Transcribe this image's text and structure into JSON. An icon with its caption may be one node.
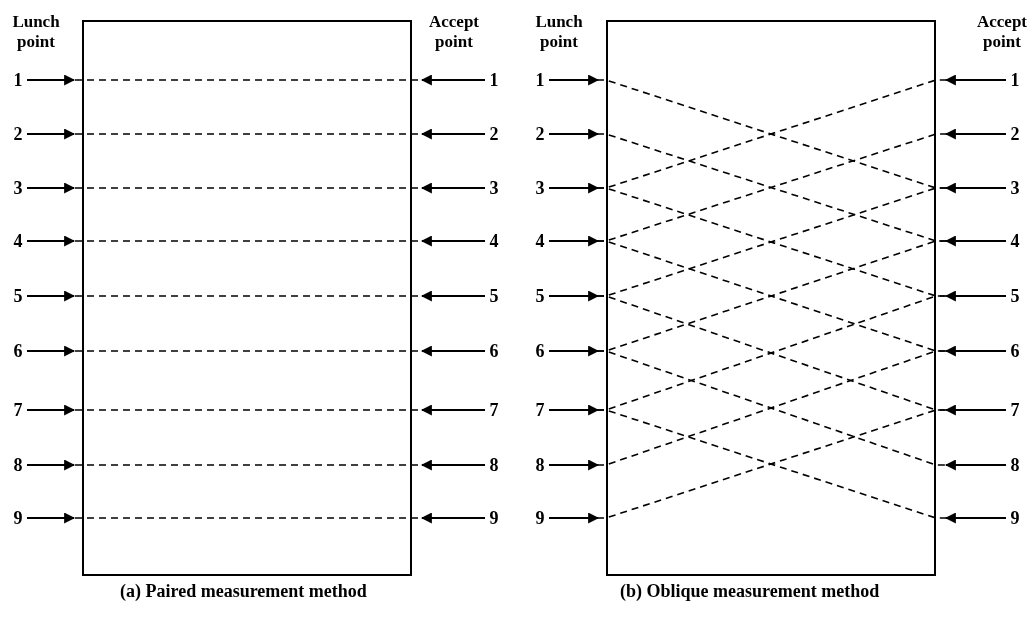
{
  "diagram": {
    "nodes": [
      {
        "text": [
          "1"
        ]
      },
      {
        "text": [
          "2"
        ]
      },
      {
        "text": [
          "3"
        ]
      },
      {
        "text": [
          "4"
        ]
      },
      {
        "text": [
          "5"
        ]
      },
      {
        "text": [
          "6"
        ]
      },
      {
        "text": [
          "7"
        ]
      },
      {
        "text": [
          "8"
        ]
      },
      {
        "text": [
          "9"
        ]
      },
      {
        "text": [
          "1"
        ]
      },
      {
        "text": [
          "2"
        ]
      },
      {
        "text": [
          "3"
        ]
      },
      {
        "text": [
          "4"
        ]
      },
      {
        "text": [
          "5"
        ]
      },
      {
        "text": [
          "6"
        ]
      },
      {
        "text": [
          "7"
        ]
      },
      {
        "text": [
          "8"
        ]
      },
      {
        "text": [
          "9"
        ]
      },
      {
        "text": [
          "1"
        ]
      },
      {
        "text": [
          "2"
        ]
      },
      {
        "text": [
          "3"
        ]
      },
      {
        "text": [
          "4"
        ]
      },
      {
        "text": [
          "5"
        ]
      },
      {
        "text": [
          "6"
        ]
      },
      {
        "text": [
          "7"
        ]
      },
      {
        "text": [
          "8"
        ]
      },
      {
        "text": [
          "9"
        ]
      },
      {
        "text": [
          "1"
        ]
      },
      {
        "text": [
          "2"
        ]
      },
      {
        "text": [
          "3"
        ]
      },
      {
        "text": [
          "4"
        ]
      },
      {
        "text": [
          "5"
        ]
      },
      {
        "text": [
          "6"
        ]
      },
      {
        "text": [
          "7"
        ]
      },
      {
        "text": [
          "8"
        ]
      },
      {
        "text": [
          "9"
        ]
      }
    ],
    "edges": [
      {
        "from": 0,
        "to": null,
        "arrow": "to"
      },
      {
        "from": 1,
        "to": null,
        "arrow": "to"
      },
      {
        "from": 2,
        "to": null,
        "arrow": "to"
      },
      {
        "from": 3,
        "to": null,
        "arrow": "to"
      },
      {
        "from": 4,
        "to": null,
        "arrow": "to"
      },
      {
        "from": 5,
        "to": null,
        "arrow": "to"
      },
      {
        "from": 6,
        "to": null,
        "arrow": "to"
      },
      {
        "from": 7,
        "to": null,
        "arrow": "to"
      },
      {
        "from": 8,
        "to": null,
        "arrow": "to"
      },
      {
        "from": 9,
        "to": null,
        "arrow": "to"
      },
      {
        "from": 10,
        "to": null,
        "arrow": "to"
      },
      {
        "from": 11,
        "to": null,
        "arrow": "to"
      },
      {
        "from": 12,
        "to": null,
        "arrow": "to"
      },
      {
        "from": 13,
        "to": null,
        "arrow": "to"
      },
      {
        "from": 14,
        "to": null,
        "arrow": "to"
      },
      {
        "from": 15,
        "to": null,
        "arrow": "to"
      },
      {
        "from": 16,
        "to": null,
        "arrow": "to"
      },
      {
        "from": 17,
        "to": null,
        "arrow": "to"
      },
      {
        "from": 0,
        "to": 9,
        "arrow": "none",
        "style": "dashed"
      },
      {
        "from": 1,
        "to": 10,
        "arrow": "none",
        "style": "dashed"
      },
      {
        "from": 2,
        "to": 11,
        "arrow": "none",
        "style": "dashed"
      },
      {
        "from": 3,
        "to": 12,
        "arrow": "none",
        "style": "dashed"
      },
      {
        "from": 4,
        "to": 13,
        "arrow": "none",
        "style": "dashed"
      },
      {
        "from": 5,
        "to": 14,
        "arrow": "none",
        "style": "dashed"
      },
      {
        "from": 6,
        "to": 15,
        "arrow": "none",
        "style": "dashed"
      },
      {
        "from": 7,
        "to": 16,
        "arrow": "none",
        "style": "dashed"
      },
      {
        "from": 8,
        "to": 17,
        "arrow": "none",
        "style": "dashed"
      },
      {
        "from": 18,
        "to": null,
        "arrow": "to"
      },
      {
        "from": 19,
        "to": null,
        "arrow": "to"
      },
      {
        "from": 20,
        "to": null,
        "arrow": "to"
      },
      {
        "from": 21,
        "to": null,
        "arrow": "to"
      },
      {
        "from": 22,
        "to": null,
        "arrow": "to"
      },
      {
        "from": 23,
        "to": null,
        "arrow": "to"
      },
      {
        "from": 24,
        "to": null,
        "arrow": "to"
      },
      {
        "from": 25,
        "to": null,
        "arrow": "to"
      },
      {
        "from": 26,
        "to": null,
        "arrow": "to"
      },
      {
        "from": 27,
        "to": null,
        "arrow": "to"
      },
      {
        "from": 28,
        "to": null,
        "arrow": "to"
      },
      {
        "from": 29,
        "to": null,
        "arrow": "to"
      },
      {
        "from": 30,
        "to": null,
        "arrow": "to"
      },
      {
        "from": 31,
        "to": null,
        "arrow": "to"
      },
      {
        "from": 32,
        "to": null,
        "arrow": "to"
      },
      {
        "from": 33,
        "to": null,
        "arrow": "to"
      },
      {
        "from": 34,
        "to": null,
        "arrow": "to"
      },
      {
        "from": 35,
        "to": null,
        "arrow": "to"
      },
      {
        "from": 18,
        "to": 29,
        "arrow": "none",
        "style": "dashed"
      },
      {
        "from": 19,
        "to": 30,
        "arrow": "none",
        "style": "dashed"
      },
      {
        "from": 20,
        "to": 31,
        "arrow": "none",
        "style": "dashed"
      },
      {
        "from": 21,
        "to": 32,
        "arrow": "none",
        "style": "dashed"
      },
      {
        "from": 22,
        "to": 33,
        "arrow": "none",
        "style": "dashed"
      },
      {
        "from": 23,
        "to": 34,
        "arrow": "none",
        "style": "dashed"
      },
      {
        "from": 24,
        "to": 35,
        "arrow": "none",
        "style": "dashed"
      },
      {
        "from": 20,
        "to": 27,
        "arrow": "none",
        "style": "dashed"
      },
      {
        "from": 21,
        "to": 28,
        "arrow": "none",
        "style": "dashed"
      },
      {
        "from": 22,
        "to": 29,
        "arrow": "none",
        "style": "dashed"
      },
      {
        "from": 23,
        "to": 30,
        "arrow": "none",
        "style": "dashed"
      },
      {
        "from": 24,
        "to": 31,
        "arrow": "none",
        "style": "dashed"
      },
      {
        "from": 25,
        "to": 32,
        "arrow": "none",
        "style": "dashed"
      },
      {
        "from": 26,
        "to": 33,
        "arrow": "none",
        "style": "dashed"
      }
    ],
    "labels": [
      "Lunch point",
      "Accept point",
      "Lunch point",
      "Accept point",
      "(a) Paired measurement method",
      "(b) Oblique measurement method"
    ]
  }
}
